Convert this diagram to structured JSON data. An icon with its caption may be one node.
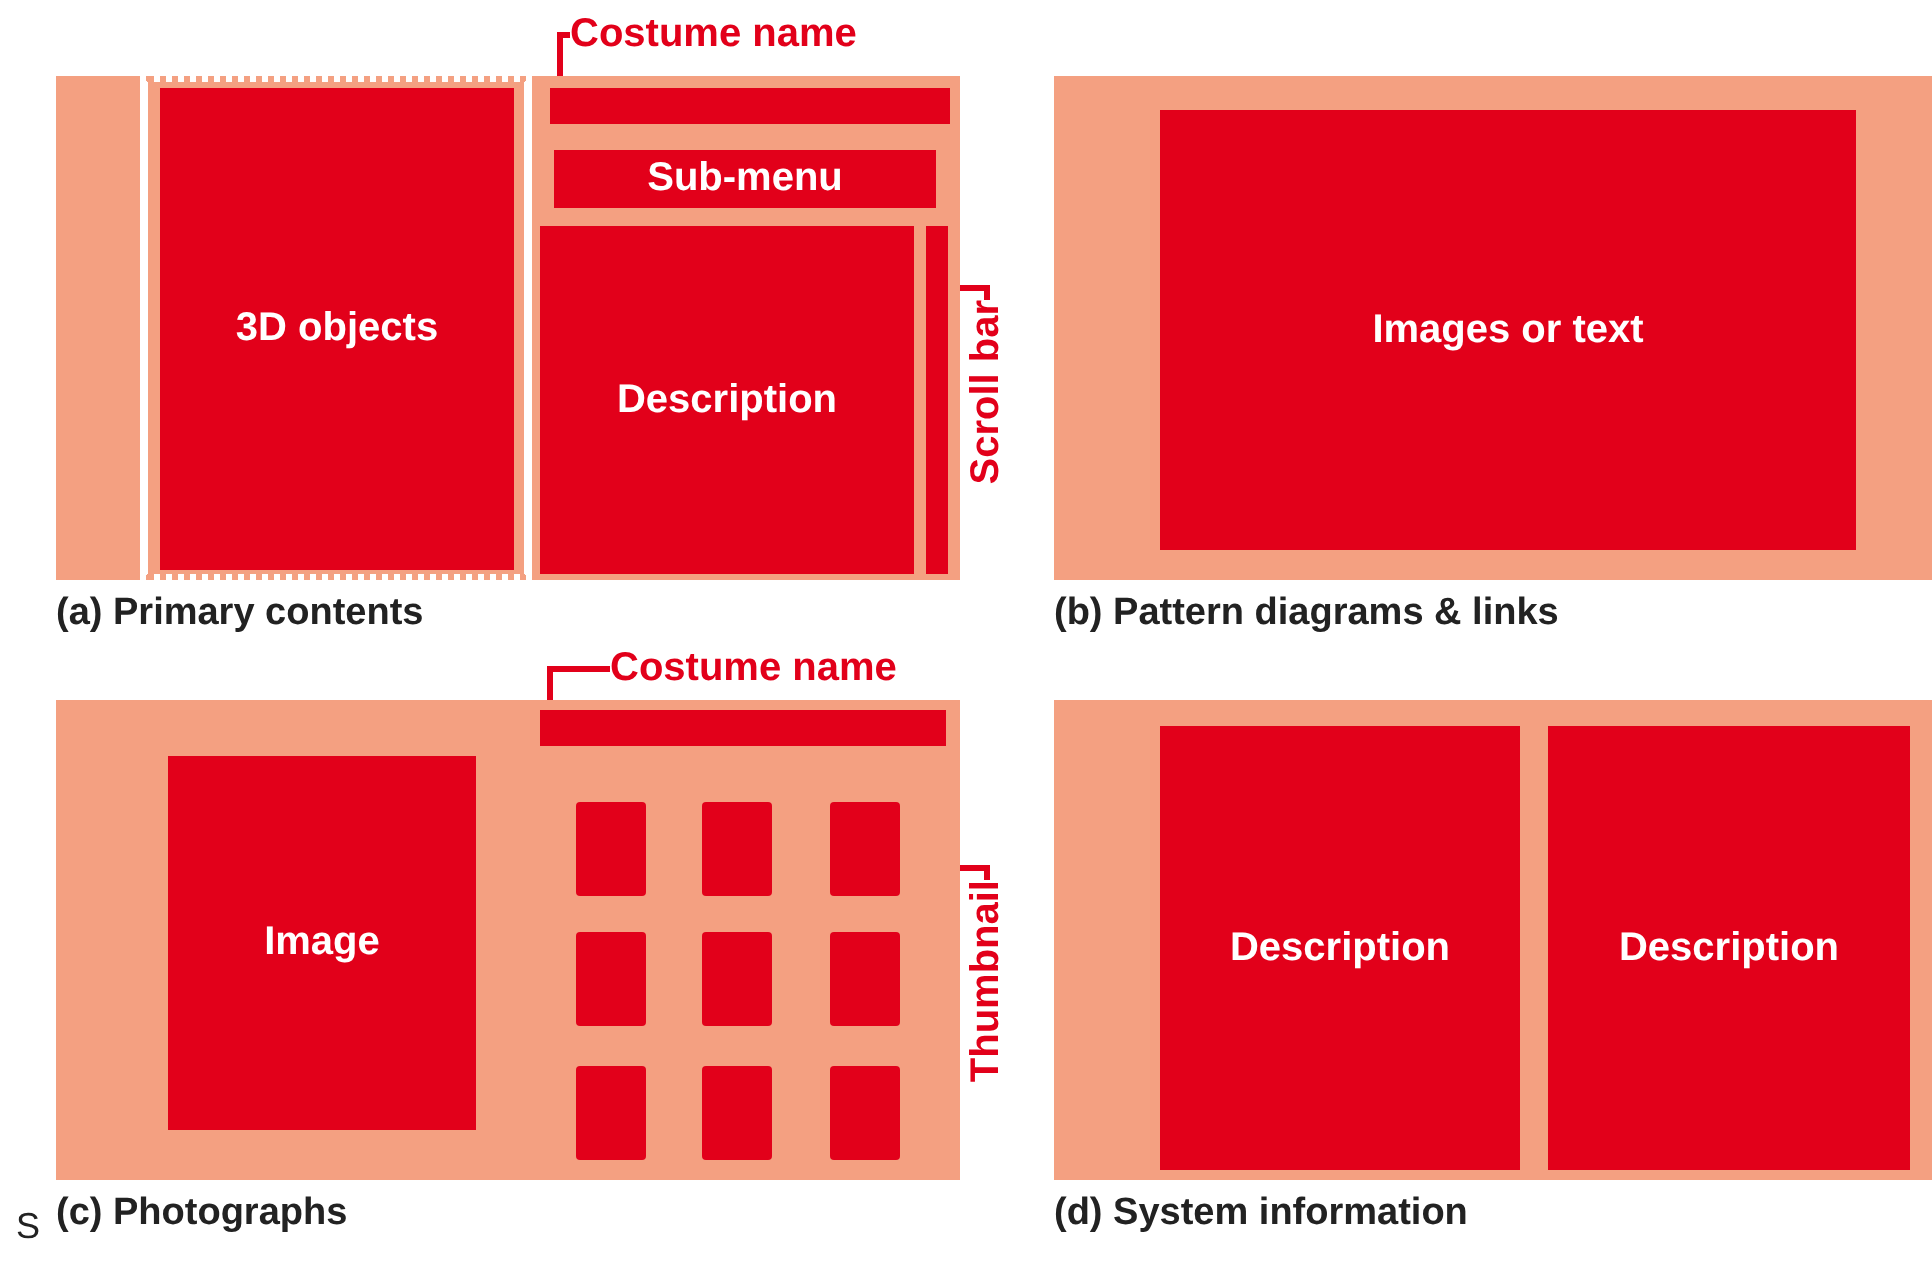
{
  "diagram": {
    "nodes": [
      {
        "text": [
          "(a) Primary contents"
        ]
      },
      {
        "text": [
          "3D objects"
        ],
        "in": 0
      },
      {
        "text": [
          "Costume name"
        ]
      },
      {
        "text": [],
        "shape": "bar",
        "in": 0
      },
      {
        "text": [
          "Sub-menu"
        ],
        "in": 0
      },
      {
        "text": [
          "Description"
        ],
        "in": 0
      },
      {
        "text": [],
        "shape": "bar",
        "in": 0
      },
      {
        "text": [
          "Scroll bar"
        ]
      },
      {
        "text": [
          "(b) Pattern diagrams & links"
        ]
      },
      {
        "text": [
          "Images or text"
        ],
        "in": 8
      },
      {
        "text": [
          "(c) Photographs"
        ]
      },
      {
        "text": [
          "Costume name"
        ]
      },
      {
        "text": [],
        "shape": "bar",
        "in": 10
      },
      {
        "text": [
          "Image"
        ],
        "in": 10
      },
      {
        "text": [],
        "shape": "box",
        "in": 10
      },
      {
        "text": [],
        "shape": "box",
        "in": 10
      },
      {
        "text": [],
        "shape": "box",
        "in": 10
      },
      {
        "text": [],
        "shape": "box",
        "in": 10
      },
      {
        "text": [],
        "shape": "box",
        "in": 10
      },
      {
        "text": [],
        "shape": "box",
        "in": 10
      },
      {
        "text": [],
        "shape": "box",
        "in": 10
      },
      {
        "text": [],
        "shape": "box",
        "in": 10
      },
      {
        "text": [],
        "shape": "box",
        "in": 10
      },
      {
        "text": [
          "Thumbnail"
        ]
      },
      {
        "text": [
          "(d) System information"
        ]
      },
      {
        "text": [
          "Description"
        ],
        "in": 24
      },
      {
        "text": [
          "Description"
        ],
        "in": 24
      }
    ],
    "edges": [
      {
        "from": 2,
        "to": 3,
        "arrow": "none"
      },
      {
        "from": 7,
        "to": 6,
        "arrow": "none"
      },
      {
        "from": 11,
        "to": 12,
        "arrow": "none"
      },
      {
        "from": 23,
        "to": 16,
        "arrow": "none"
      }
    ],
    "labels": [
      "S"
    ]
  }
}
